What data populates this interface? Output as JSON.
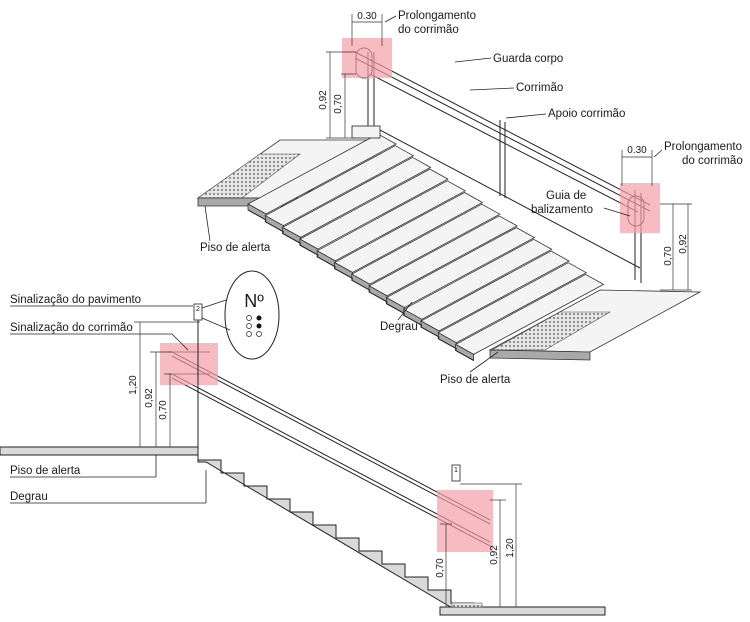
{
  "labels": {
    "prolongamento_top": [
      "Prolongamento",
      "do corrimão"
    ],
    "prolongamento_right": [
      "Prolongamento",
      "do corrimão"
    ],
    "guarda_corpo": "Guarda corpo",
    "corrimao": "Corrimão",
    "apoio_corrimao": "Apoio corrimão",
    "guia_balizamento": [
      "Guia de",
      "balizamento"
    ],
    "piso_alerta_iso_left": "Piso de alerta",
    "degrau_iso": "Degrau",
    "piso_alerta_iso_bottom": "Piso de alerta",
    "sinalizacao_pavimento": "Sinalização do pavimento",
    "sinalizacao_corrimao": "Sinalização do corrimão",
    "piso_alerta_section": "Piso de alerta",
    "degrau_section": "Degrau"
  },
  "dimensions": {
    "ext_top": "0.30",
    "ext_right": "0.30",
    "iso_left_092": "0,92",
    "iso_left_070": "0,70",
    "iso_right_070": "0,70",
    "iso_right_092": "0,92",
    "sec_left_120": "1,20",
    "sec_left_092": "0,92",
    "sec_left_070": "0,70",
    "sec_right_070": "0,70",
    "sec_right_092": "0,92",
    "sec_right_120": "1,20"
  },
  "signage": {
    "plate_top": "2",
    "plate_bottom": "1",
    "symbol": "Nº"
  },
  "colors": {
    "highlight": "#f2a0a8",
    "line": "#222222"
  }
}
